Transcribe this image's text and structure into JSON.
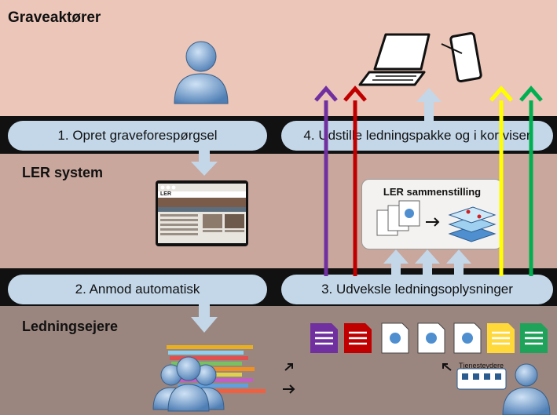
{
  "bands": {
    "top_title": "Graveaktører",
    "mid_title": "LER system",
    "bot_title": "Ledningsejere"
  },
  "steps": {
    "step1": "1. Opret graveforespørgsel",
    "step2": "2. Anmod automatisk",
    "step3": "3. Udveksle ledningsoplysninger",
    "step4": "4. Udstille ledningspakke og i kortviser"
  },
  "ler_box": {
    "title": "LER sammenstilling"
  },
  "service_provider": {
    "label": "Tjenesteydere"
  },
  "screen": {
    "brand": "LER"
  },
  "colors": {
    "band_top": "#ecc6b9",
    "band_mid": "#c9a79c",
    "band_bot": "#9b867f",
    "pill": "#c3d7e9",
    "arrow_light": "#c3d7e9",
    "purple": "#7030a0",
    "red": "#c00000",
    "yellow": "#ffff00",
    "green": "#00b050"
  }
}
